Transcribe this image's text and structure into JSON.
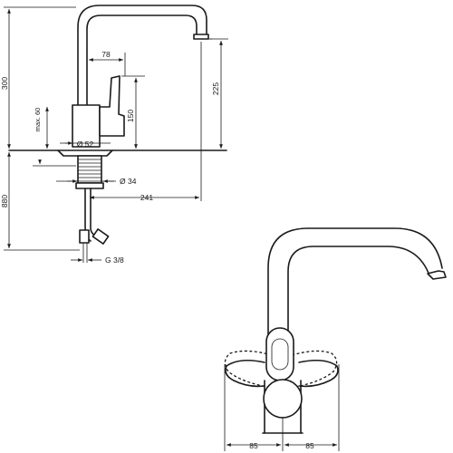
{
  "side_view": {
    "dimensions": {
      "height_total": "300",
      "height_below": "880",
      "max_60": "max. 60",
      "width_78": "78",
      "lever_150": "150",
      "spout_225": "225",
      "dia_52": "Ø 52",
      "dia_34": "Ø 34",
      "reach_241": "241",
      "thread": "G 3/8"
    }
  },
  "front_view": {
    "dimensions": {
      "left_85": "85",
      "right_85": "85"
    }
  }
}
